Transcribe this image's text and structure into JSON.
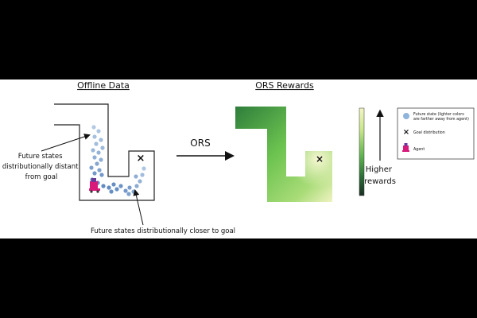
{
  "titles": {
    "offline_data": "Offline Data",
    "ors_rewards": "ORS Rewards"
  },
  "arrow_label": "ORS",
  "annotations": {
    "distant_line1": "Future states",
    "distant_line2": "distributionally distant",
    "distant_line3": "from goal",
    "closer": "Future states distributionally closer to goal"
  },
  "colorbar_label_line1": "Higher",
  "colorbar_label_line2": "rewards",
  "legend": {
    "future_state_line1": "Future state (lighter colors",
    "future_state_line2": "are farther away from agent)",
    "goal": "Goal distribution",
    "agent": "Agent"
  },
  "goal_marker": "×",
  "colors": {
    "maze_outline": "#222222",
    "dot_dark": "#4a78b8",
    "dot_light": "#b8cfe6",
    "reward_low": "#2e7d3a",
    "reward_mid": "#7fcf5e",
    "reward_high": "#f4f4c8",
    "agent": "#d81b7a"
  },
  "icons": {
    "goal": "x-mark-icon",
    "agent": "robot-agent-icon",
    "future_state": "dot-icon"
  }
}
